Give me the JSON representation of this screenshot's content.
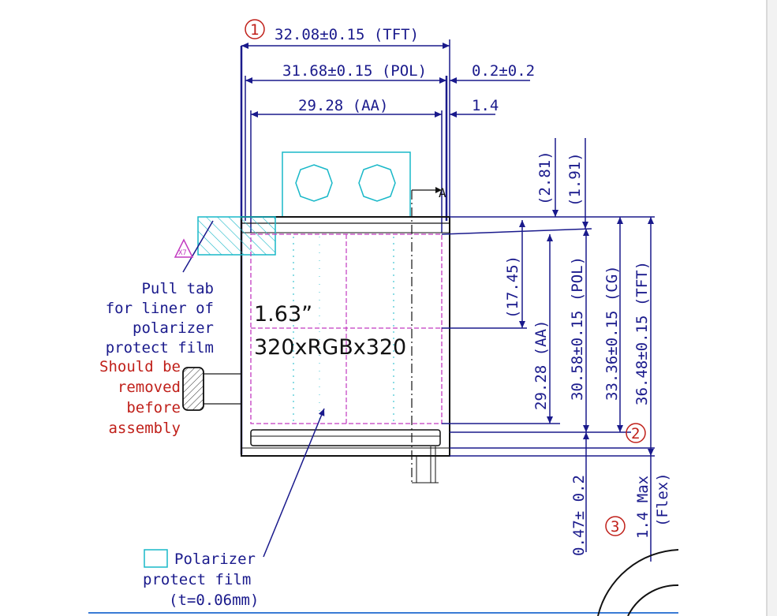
{
  "callouts": {
    "c1": "1",
    "c2": "2",
    "c3": "3",
    "x7": "X7"
  },
  "dimensions": {
    "tft_width": "32.08±0.15 (TFT)",
    "pol_width": "31.68±0.15 (POL)",
    "pol_offset": "0.2±0.2",
    "aa_width": "29.28 (AA)",
    "aa_offset": "1.4",
    "top_281": "(2.81)",
    "top_191": "(1.91)",
    "h_1745": "(17.45)",
    "h_aa": "29.28 (AA)",
    "h_pol": "30.58±0.15 (POL)",
    "h_cg": "33.36±0.15 (CG)",
    "h_tft": "36.48±0.15 (TFT)",
    "bottom_047": "0.47± 0.2",
    "flex_max": [
      "1.4 Max",
      "(Flex)"
    ],
    "section_a": "A"
  },
  "display": {
    "size": "1.63”",
    "resolution": "320xRGBx320"
  },
  "notes": {
    "pull_tab": [
      "Pull tab",
      "for liner of",
      "polarizer",
      "protect film"
    ],
    "removal": [
      "Should be",
      "removed",
      "before",
      "assembly"
    ],
    "legend": [
      "Polarizer",
      "protect film",
      "(t=0.06mm)"
    ]
  },
  "colors": {
    "dimension": "#1a1a8c",
    "outline": "#111111",
    "polarizer": "#19b8c8",
    "active_area": "#c23ac0",
    "warning": "#c0201a"
  }
}
